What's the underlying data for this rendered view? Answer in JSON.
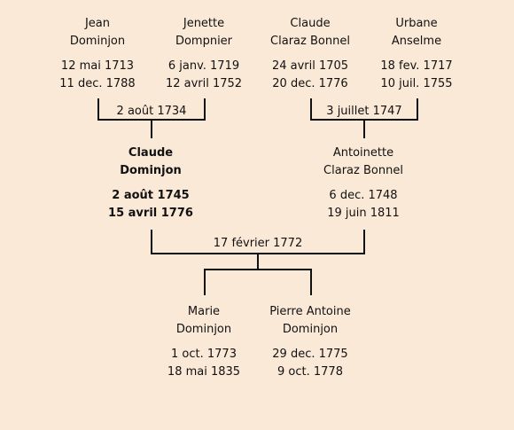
{
  "grandparents": [
    {
      "first": "Jean",
      "last": "Dominjon",
      "birth": "12 mai 1713",
      "death": "11 dec. 1788"
    },
    {
      "first": "Jenette",
      "last": "Dompnier",
      "birth": "6 janv. 1719",
      "death": "12 avril 1752"
    },
    {
      "first": "Claude",
      "last": "Claraz Bonnel",
      "birth": "24 avril 1705",
      "death": "20 dec. 1776"
    },
    {
      "first": "Urbane",
      "last": "Anselme",
      "birth": "18 fev. 1717",
      "death": "10 juil. 1755"
    }
  ],
  "grandparent_marriages": [
    "2 août 1734",
    "3 juillet 1747"
  ],
  "parents": [
    {
      "first": "Claude",
      "last": "Dominjon",
      "birth": "2 août 1745",
      "death": "15 avril 1776",
      "highlighted": true
    },
    {
      "first": "Antoinette",
      "last": "Claraz Bonnel",
      "birth": "6 dec. 1748",
      "death": "19 juin 1811",
      "highlighted": false
    }
  ],
  "parent_marriage": "17 février 1772",
  "children": [
    {
      "first": "Marie",
      "last": "Dominjon",
      "birth": "1 oct. 1773",
      "death": "18 mai 1835"
    },
    {
      "first": "Pierre Antoine",
      "last": "Dominjon",
      "birth": "29 dec. 1775",
      "death": "9 oct. 1778"
    }
  ]
}
